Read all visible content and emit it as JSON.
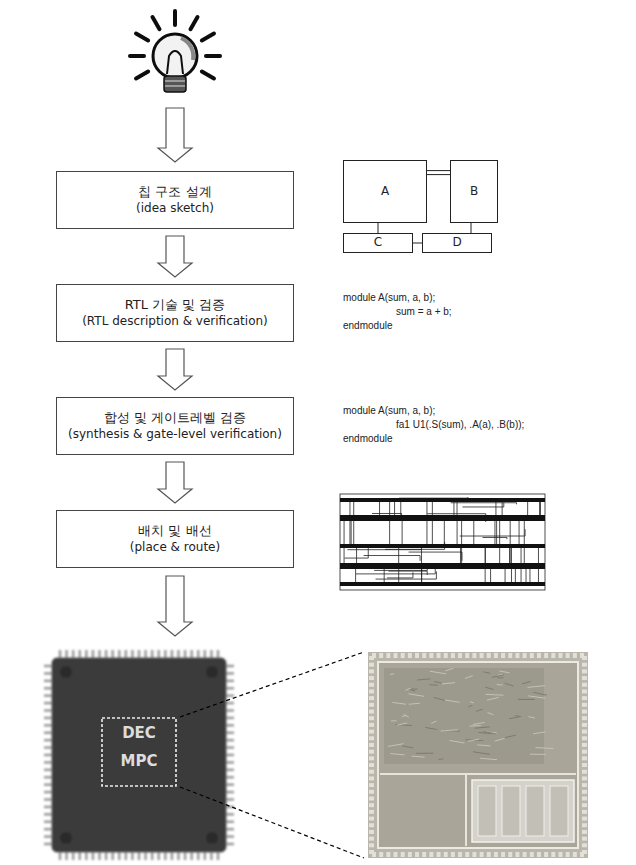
{
  "diagram": {
    "nodes": [
      {
        "text": [
          "칩 구조 설계",
          "(idea sketch)"
        ]
      },
      {
        "text": [
          "A"
        ]
      },
      {
        "text": [
          "B"
        ]
      },
      {
        "text": [
          "C"
        ]
      },
      {
        "text": [
          "D"
        ]
      },
      {
        "text": [
          "RTL 기술 및 검증",
          "(RTL description & verification)"
        ]
      },
      {
        "text": [
          "합성 및 게이트레벨 검증",
          "(synthesis & gate-level verification)"
        ]
      },
      {
        "text": [
          "배치 및 배선",
          "(place & route)"
        ]
      }
    ],
    "edges": [
      {
        "from": 0,
        "to": 5,
        "arrow": "to"
      },
      {
        "from": 5,
        "to": 6,
        "arrow": "to"
      },
      {
        "from": 6,
        "to": 7,
        "arrow": "to"
      },
      {
        "from": 1,
        "to": 2,
        "arrow": "none"
      },
      {
        "from": 1,
        "to": 3,
        "arrow": "none"
      },
      {
        "from": 2,
        "to": 4,
        "arrow": "none"
      },
      {
        "from": 3,
        "to": 4,
        "arrow": "none"
      }
    ],
    "labels": [
      "module A(sum, a, b);",
      "sum = a + b;",
      "endmodule",
      "module A(sum, a, b);",
      "fa1 U1(.S(sum), .A(a), .B(b));",
      "endmodule",
      "DEC",
      "MPC"
    ]
  }
}
